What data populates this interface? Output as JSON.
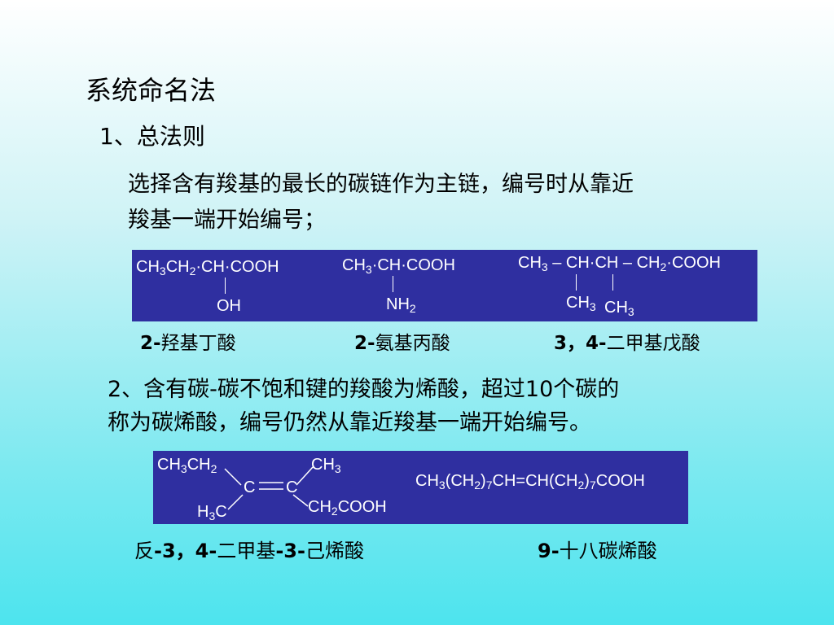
{
  "slide": {
    "title": "系统命名法",
    "section1": "1、总法则",
    "rule_line1": "选择含有羧基的最长的碳链作为主链，编号时从靠近",
    "rule_line2": "羧基一端开始编号；",
    "section2_line1": "2、含有碳-碳不饱和键的羧酸为烯酸，超过10个碳的",
    "section2_line2": "称为碳烯酸，编号仍然从靠近羧基一端开始编号。"
  },
  "structures": {
    "s1_main": "CH3CH2-CH-COOH",
    "s1_sub": "OH",
    "s2_main": "CH3-CH-COOH",
    "s2_sub": "NH2",
    "s3_main": "CH3-CH-CH-CH2-COOH",
    "s3_sub1": "CH3",
    "s3_sub2": "CH3",
    "s4_tl": "CH3CH2",
    "s4_tr": "CH3",
    "s4_c1": "C",
    "s4_c2": "C",
    "s4_bl": "H3C",
    "s4_br": "CH2COOH",
    "s5": "CH3(CH2)7CH=CH(CH2)7COOH"
  },
  "names": {
    "n1_prefix": "2-",
    "n1_text": "羟基丁酸",
    "n2_prefix": "2-",
    "n2_text": "氨基丙酸",
    "n3_prefix": "3，4-",
    "n3_text": "二甲基戊酸",
    "n4_part1": "反",
    "n4_part2": "-3，4-",
    "n4_part3": "二甲基",
    "n4_part4": "-3-",
    "n4_part5": "己烯酸",
    "n5_prefix": "9-",
    "n5_text": "十八碳烯酸"
  },
  "colors": {
    "panel": "#2f2fa0",
    "background_bottom": "#4de4ee"
  }
}
